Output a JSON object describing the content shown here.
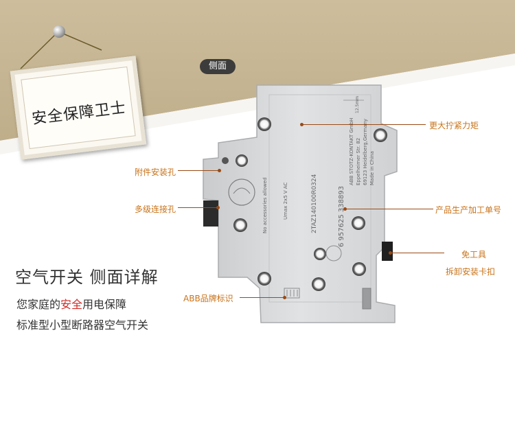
{
  "banner": {
    "title": "安全保障卫士"
  },
  "side_label": "侧面",
  "callouts": {
    "torque": "更大拧紧力矩",
    "accessory_hole": "附件安装孔",
    "multi_connect": "多级连接孔",
    "production_no": "产品生产加工单号",
    "tool_free_1": "免工具",
    "tool_free_2": "拆卸安装卡扣",
    "abb_mark": "ABB品牌标识"
  },
  "headline": "空气开关 侧面详解",
  "subline1": {
    "prefix": "您家庭的",
    "highlight": "安全",
    "suffix": "用电保障"
  },
  "subline2": "标准型小型断路器空气开关",
  "device_text": {
    "company": "ABB STOTZ-KONTAKT GmbH",
    "address1": "Eppelheimer Str. 82",
    "address2": "69123 Heidelberg,Germany",
    "made_in": "Made in China",
    "no_accessories": "No accessories allowed",
    "ratings": "Umax  2x5  V AC",
    "serial_a": "2TAZ140100R0324",
    "barcode_nums": "6  957625  338893",
    "dim": "12.5mm"
  },
  "colors": {
    "callout_text": "#c8731a",
    "callout_line": "#9a4a15",
    "wall_tan": "#c8b896",
    "device_gray": "#d7d9db",
    "highlight_red": "#d02a25"
  }
}
